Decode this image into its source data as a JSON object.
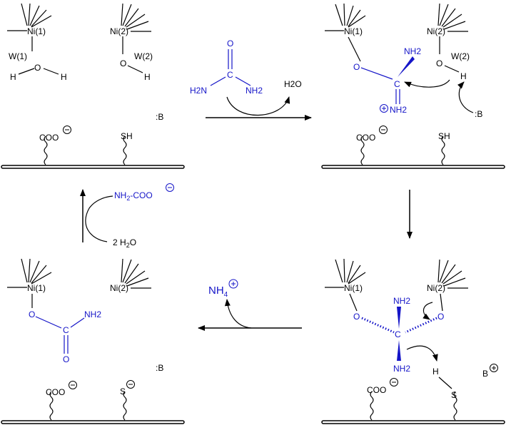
{
  "colors": {
    "ink": "#000000",
    "blue": "#1515c8"
  },
  "panel1": {
    "ni1": "Ni(1)",
    "ni2": "Ni(2)",
    "w1": "W(1)",
    "w2": "W(2)",
    "o": "O",
    "h": "H",
    "base": ":B",
    "coo": "COO",
    "sh": "SH",
    "minus": "⊖"
  },
  "arrow1": {
    "urea_o": "O",
    "urea_c": "C",
    "urea_n_left": "H2N",
    "urea_n_right": "NH2",
    "water_out": "H2O"
  },
  "panel2": {
    "ni1": "Ni(1)",
    "ni2": "Ni(2)",
    "o": "O",
    "c": "C",
    "nh2": "NH2",
    "plus": "⊕",
    "nh2_plus": "NH2",
    "w2": "W(2)",
    "h": "H",
    "base": ":B",
    "coo": "COO",
    "sh": "SH",
    "minus": "⊖"
  },
  "panel3": {
    "ni1": "Ni(1)",
    "ni2": "Ni(2)",
    "o": "O",
    "c": "C",
    "nh2_top": "NH2",
    "nh2_bottom": "NH2",
    "h": "H",
    "s": "S",
    "base_plus": "B",
    "plus": "⊕",
    "coo": "COO",
    "minus": "⊖"
  },
  "arrow3": {
    "ammonium": "NH4",
    "sub4": "4",
    "plus": "⊕"
  },
  "panel4": {
    "ni1": "Ni(1)",
    "ni2": "Ni(2)",
    "o": "O",
    "c": "C",
    "nh2": "NH2",
    "base": ":B",
    "coo": "COO",
    "s": "S",
    "minus": "⊖"
  },
  "arrow4": {
    "carbamate": "NH2-COO",
    "minus": "⊖",
    "water_in": "2 H2O"
  }
}
